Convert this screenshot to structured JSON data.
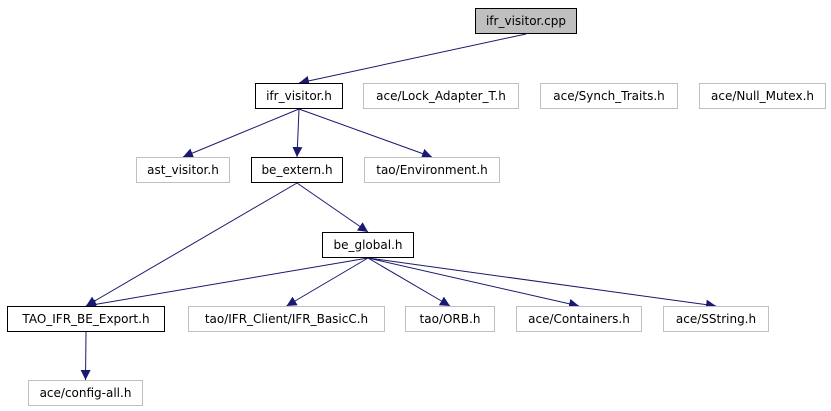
{
  "nodes": [
    {
      "id": "n_ifr_visitor_cpp",
      "label": "ifr_visitor.cpp",
      "kind": "root"
    },
    {
      "id": "n_ifr_visitor_h",
      "label": "ifr_visitor.h",
      "kind": "local"
    },
    {
      "id": "n_lock_adapter",
      "label": "ace/Lock_Adapter_T.h",
      "kind": "external"
    },
    {
      "id": "n_synch_traits",
      "label": "ace/Synch_Traits.h",
      "kind": "external"
    },
    {
      "id": "n_null_mutex",
      "label": "ace/Null_Mutex.h",
      "kind": "external"
    },
    {
      "id": "n_ast_visitor",
      "label": "ast_visitor.h",
      "kind": "external"
    },
    {
      "id": "n_be_extern",
      "label": "be_extern.h",
      "kind": "local"
    },
    {
      "id": "n_environment",
      "label": "tao/Environment.h",
      "kind": "external"
    },
    {
      "id": "n_be_global",
      "label": "be_global.h",
      "kind": "local"
    },
    {
      "id": "n_tao_ifr_be_export",
      "label": "TAO_IFR_BE_Export.h",
      "kind": "local"
    },
    {
      "id": "n_ifr_basicc",
      "label": "tao/IFR_Client/IFR_BasicC.h",
      "kind": "external"
    },
    {
      "id": "n_orb",
      "label": "tao/ORB.h",
      "kind": "external"
    },
    {
      "id": "n_containers",
      "label": "ace/Containers.h",
      "kind": "external"
    },
    {
      "id": "n_sstring",
      "label": "ace/SString.h",
      "kind": "external"
    },
    {
      "id": "n_config_all",
      "label": "ace/config-all.h",
      "kind": "external"
    }
  ],
  "edges": [
    [
      "n_ifr_visitor_cpp",
      "n_ifr_visitor_h"
    ],
    [
      "n_ifr_visitor_cpp",
      "n_lock_adapter"
    ],
    [
      "n_ifr_visitor_cpp",
      "n_synch_traits"
    ],
    [
      "n_ifr_visitor_cpp",
      "n_null_mutex"
    ],
    [
      "n_ifr_visitor_h",
      "n_ast_visitor"
    ],
    [
      "n_ifr_visitor_h",
      "n_be_extern"
    ],
    [
      "n_ifr_visitor_h",
      "n_environment"
    ],
    [
      "n_be_extern",
      "n_tao_ifr_be_export"
    ],
    [
      "n_be_extern",
      "n_be_global"
    ],
    [
      "n_be_global",
      "n_tao_ifr_be_export"
    ],
    [
      "n_be_global",
      "n_ifr_basicc"
    ],
    [
      "n_be_global",
      "n_orb"
    ],
    [
      "n_be_global",
      "n_containers"
    ],
    [
      "n_be_global",
      "n_sstring"
    ],
    [
      "n_tao_ifr_be_export",
      "n_config_all"
    ]
  ],
  "colors": {
    "edge": "#191970",
    "local_border": "#000000",
    "external_border": "#bfbfbf",
    "root_fill": "#bfbfbf"
  }
}
